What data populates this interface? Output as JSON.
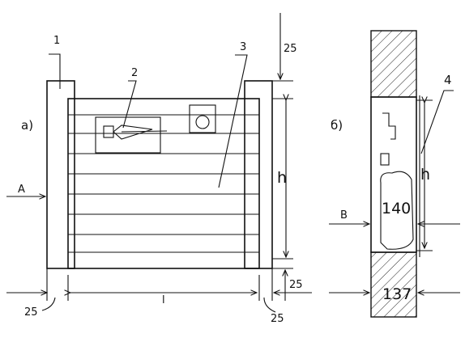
{
  "labels": {
    "part_a": "a)",
    "part_b": "б)",
    "callout_1": "1",
    "callout_2": "2",
    "callout_3": "3",
    "callout_4": "4",
    "dim_25_top": "25",
    "dim_25_right": "25",
    "dim_25_bottom_left": "25",
    "dim_25_bottom_right": "25",
    "dim_h_left": "h",
    "dim_h_right": "h",
    "dim_l": "l",
    "arrow_a": "A",
    "arrow_b": "B",
    "dim_140": "140",
    "dim_137": "137"
  }
}
